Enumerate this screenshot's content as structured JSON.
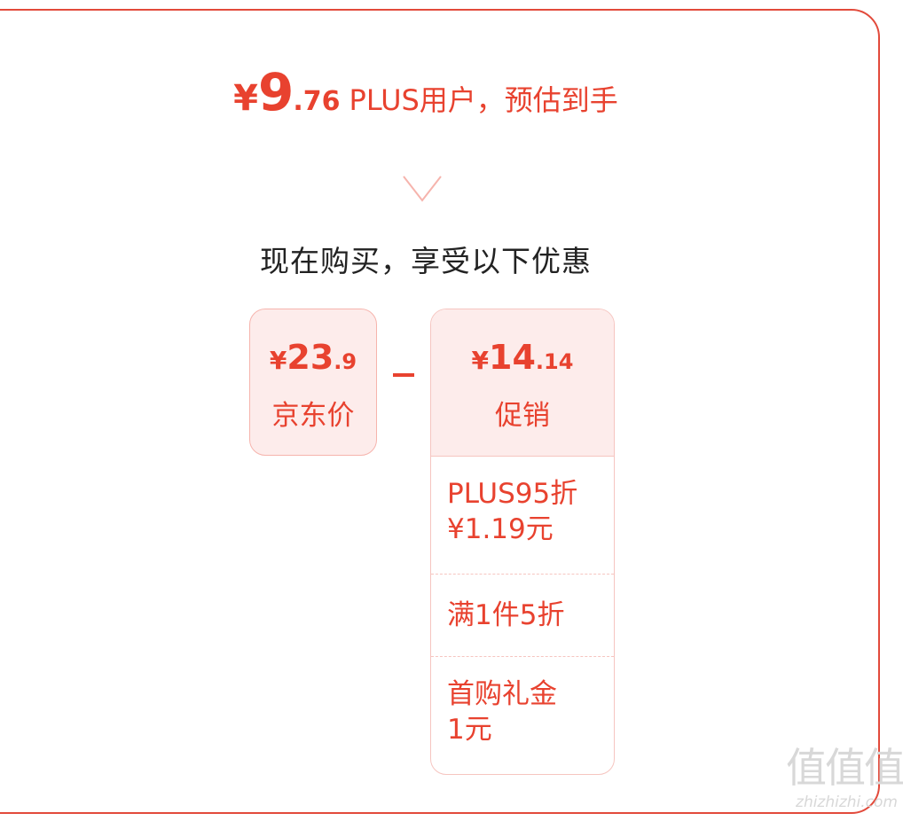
{
  "header": {
    "currency": "¥",
    "price_integer": "9",
    "price_decimal": ".76",
    "label": "PLUS用户，预估到手"
  },
  "subtitle": "现在购买，享受以下优惠",
  "base_price": {
    "currency": "¥",
    "integer": "23",
    "decimal": ".9",
    "label": "京东价"
  },
  "operator": "-",
  "promotion": {
    "total": {
      "currency": "¥",
      "integer": "14",
      "decimal": ".14",
      "label": "促销"
    },
    "items": [
      {
        "line1": "PLUS95折",
        "line2": "¥1.19元"
      },
      {
        "line1": "满1件5折",
        "line2": ""
      },
      {
        "line1": "首购礼金",
        "line2": "1元"
      }
    ]
  },
  "watermark": {
    "glyphs": "值值值",
    "text": "zhizhizhi.com"
  },
  "colors": {
    "accent": "#e8422f",
    "border": "#e24a3b",
    "box_fill": "#fdeceb",
    "box_border": "#f6b4ad",
    "text_dark": "#222222"
  }
}
